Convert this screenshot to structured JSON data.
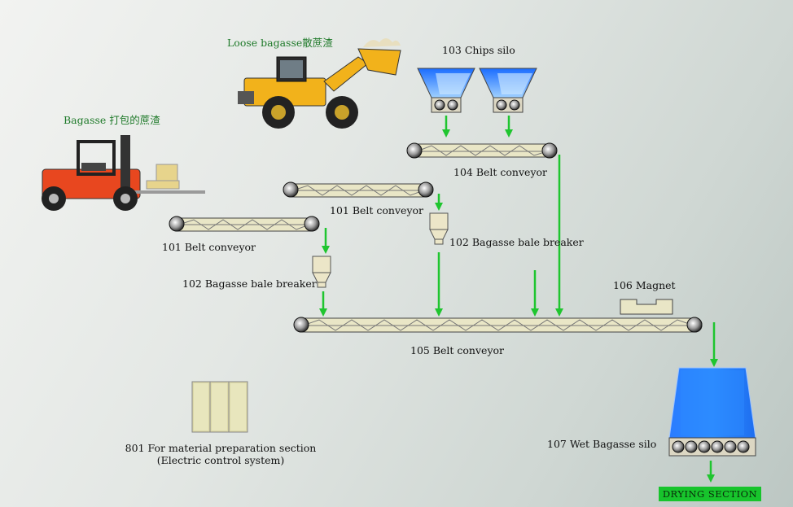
{
  "labels": {
    "loose_bagasse": "Loose bagasse散蔗渣",
    "bagasse_baled": "Bagasse 打包的蔗渣",
    "chips_silo": "103 Chips silo",
    "belt_104": "104 Belt conveyor",
    "belt_101_upper": "101 Belt conveyor",
    "belt_101_lower": "101 Belt conveyor",
    "breaker_102_right": "102 Bagasse bale breaker",
    "breaker_102_left": "102 Bagasse bale breaker",
    "magnet_106": "106 Magnet",
    "belt_105": "105 Belt conveyor",
    "control_line1": "801 For material preparation section",
    "control_line2": "(Electric control system)",
    "wet_silo": "107 Wet Bagasse silo",
    "drying_section": "DRYING SECTION"
  },
  "colors": {
    "flow_arrow": "#1fc52f",
    "silo_blue": "#2f8cff",
    "equipment_beige": "#e9e6c6",
    "loader_yellow": "#f2b21b",
    "forklift_red": "#e8471f",
    "drying_badge": "#17c42c"
  }
}
